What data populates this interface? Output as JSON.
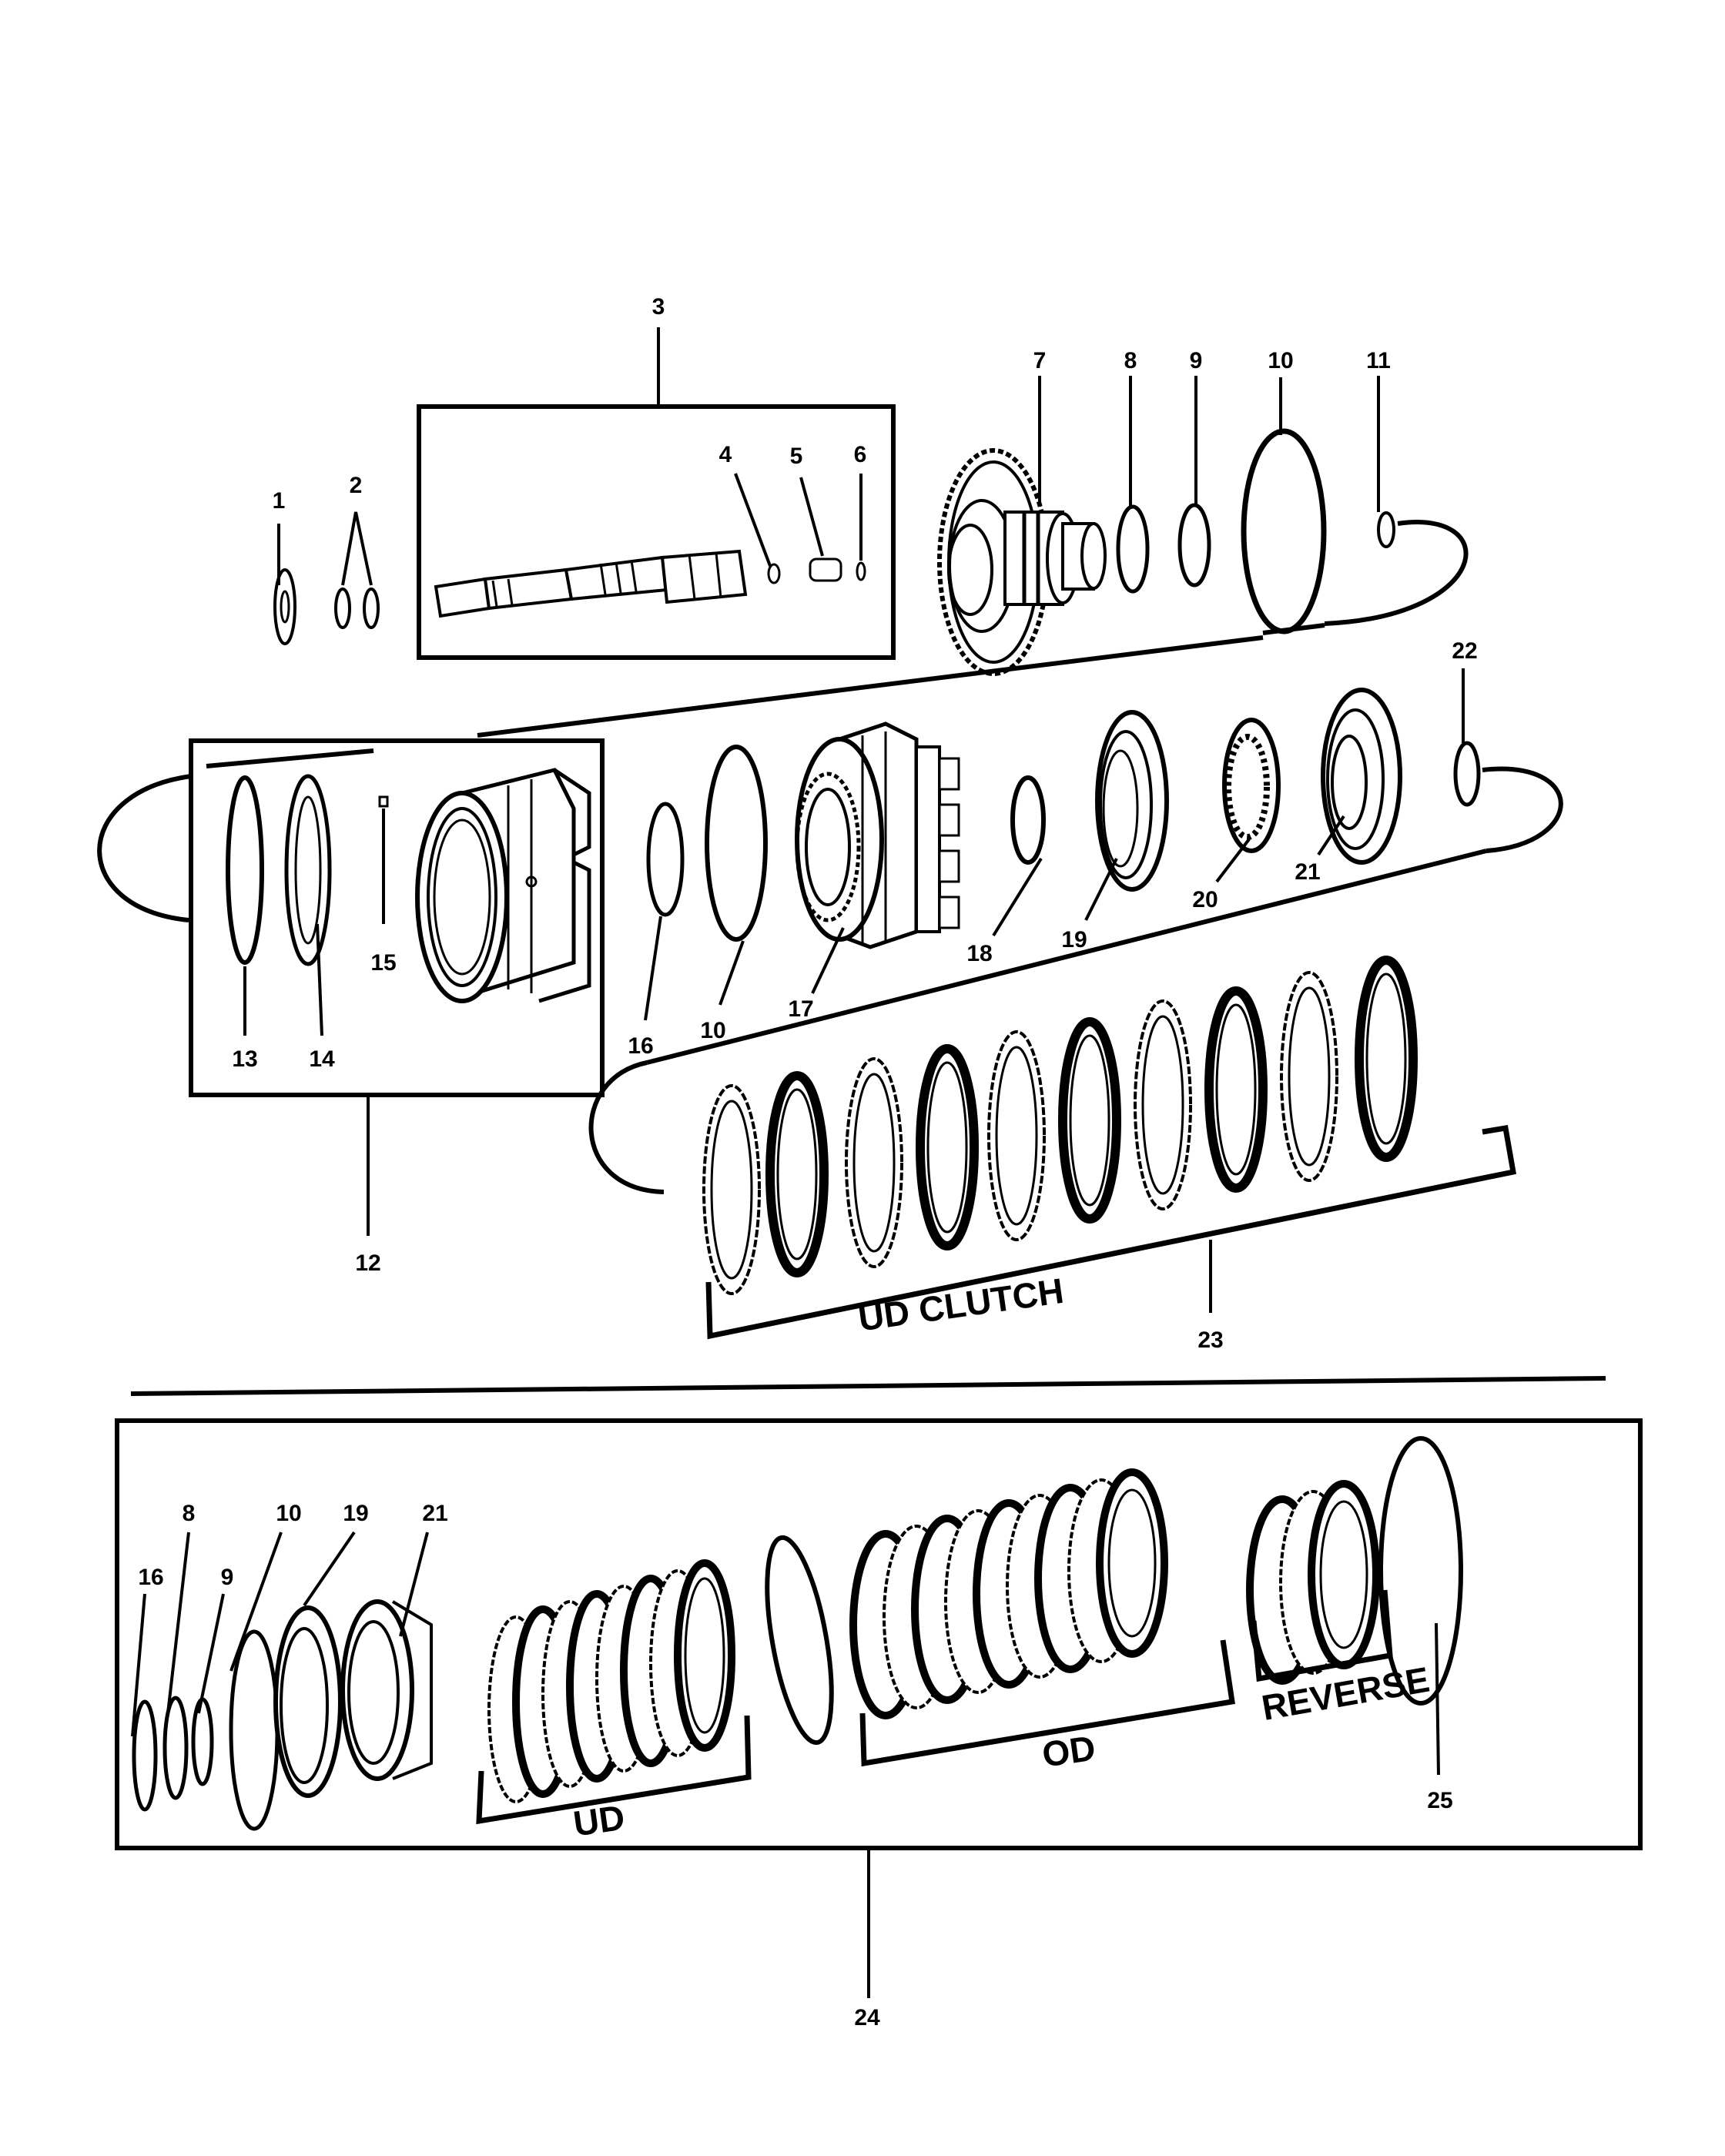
{
  "callouts": {
    "c1": "1",
    "c2": "2",
    "c3": "3",
    "c4": "4",
    "c5": "5",
    "c6": "6",
    "c7": "7",
    "c8": "8",
    "c9": "9",
    "c10": "10",
    "c11": "11",
    "c12": "12",
    "c13": "13",
    "c14": "14",
    "c15": "15",
    "c16": "16",
    "c10b": "10",
    "c17": "17",
    "c18": "18",
    "c19": "19",
    "c20": "20",
    "c21": "21",
    "c22": "22",
    "c23": "23",
    "c24": "24",
    "c25": "25",
    "k16": "16",
    "k8": "8",
    "k9": "9",
    "k10": "10",
    "k19": "19",
    "k21": "21"
  },
  "labels": {
    "ud_clutch": "UD  CLUTCH",
    "ud": "UD",
    "od": "OD",
    "reverse": "REVERSE"
  }
}
